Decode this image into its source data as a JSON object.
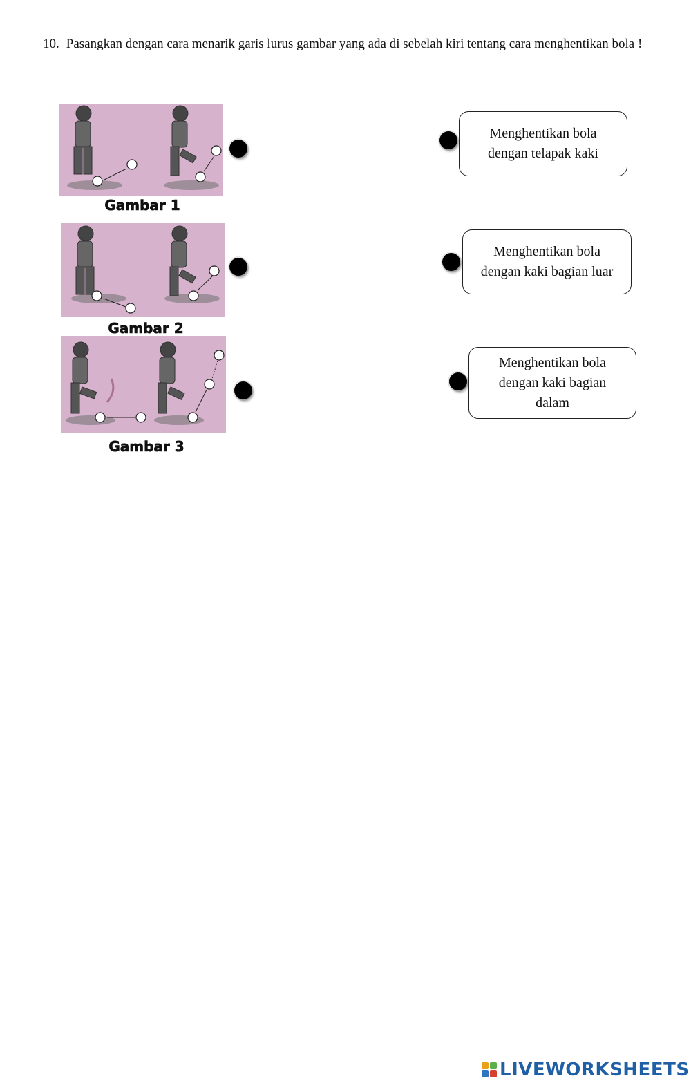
{
  "question": {
    "number": "10.",
    "text": "Pasangkan dengan cara menarik garis lurus gambar yang ada di sebelah kiri tentang cara menghentikan bola !"
  },
  "pictures": [
    {
      "caption": "Gambar 1"
    },
    {
      "caption": "Gambar 2"
    },
    {
      "caption": "Gambar 3"
    }
  ],
  "answers": [
    {
      "line1": "Menghentikan bola",
      "line2": "dengan telapak kaki",
      "line3": ""
    },
    {
      "line1": "Menghentikan bola",
      "line2": "dengan kaki bagian luar",
      "line3": ""
    },
    {
      "line1": "Menghentikan bola",
      "line2": "dengan kaki bagian",
      "line3": "dalam"
    }
  ],
  "brand": {
    "name": "LIVEWORKSHEETS",
    "colors": [
      "#e8a21a",
      "#5bb04a",
      "#2e74c0",
      "#d6402f"
    ]
  },
  "colors": {
    "picture_background": "#d6b2cc",
    "dot": "#000000"
  }
}
